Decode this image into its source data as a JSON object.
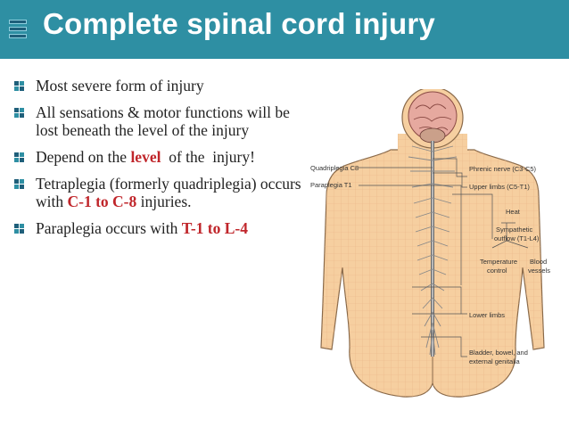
{
  "slide": {
    "title": "Complete spinal cord injury"
  },
  "bullets": [
    {
      "text": "Most severe form of injury"
    },
    {
      "text": "All sensations & motor functions will be lost beneath the level of the injury"
    },
    {
      "pre": "Depend on the ",
      "hl": "level",
      "post": "  of the  injury!"
    },
    {
      "pre": "Tetraplegia (formerly quadriplegia) occurs with ",
      "hl": "C-1 to C-8",
      "post": " injuries."
    },
    {
      "pre": "Paraplegia occurs with ",
      "hl": "T-1 to L-4",
      "post": ""
    }
  ],
  "diagram": {
    "labels": {
      "quadriplegia": "Quadriplegia C8",
      "paraplegia": "Paraplegia T1",
      "phrenic": "Phrenic nerve (C3-C5)",
      "upper_limbs": "Upper limbs (C5-T1)",
      "heat": "Heat",
      "sympathetic_1": "Sympathetic",
      "sympathetic_2": "outflow (T1-L4)",
      "temperature_1": "Temperature",
      "temperature_2": "control",
      "blood_1": "Blood",
      "blood_2": "vessels",
      "lower_limbs": "Lower limbs",
      "bladder_1": "Bladder, bowel, and",
      "bladder_2": "external genitalia"
    }
  },
  "colors": {
    "title_bar": "#2e8fa3",
    "highlight": "#c0262b",
    "skin": "#f6cfa0"
  }
}
